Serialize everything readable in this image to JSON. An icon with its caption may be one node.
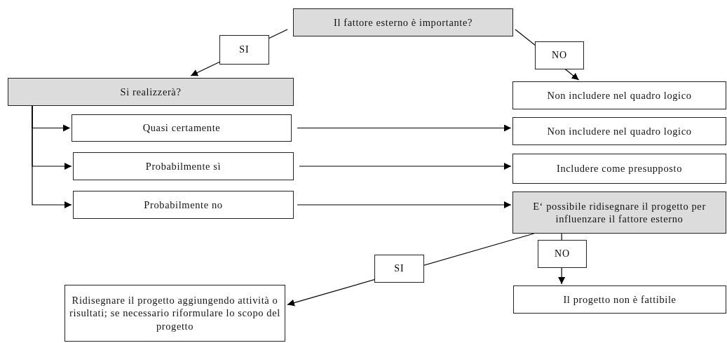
{
  "diagram": {
    "nodes": [
      {
        "text": [
          "Il fattore esterno è importante?"
        ]
      },
      {
        "text": [
          "Si realizzerà?"
        ]
      },
      {
        "text": [
          "Non includere nel quadro logico"
        ]
      },
      {
        "text": [
          "Quasi certamente"
        ]
      },
      {
        "text": [
          "Non includere nel quadro logico"
        ]
      },
      {
        "text": [
          "Probabilmente sì"
        ]
      },
      {
        "text": [
          "Includere come presupposto"
        ]
      },
      {
        "text": [
          "Probabilmente no"
        ]
      },
      {
        "text": [
          "E‘ possibile ridisegnare il progetto per influenzare il fattore esterno"
        ]
      },
      {
        "text": [
          "Ridisegnare il progetto aggiungendo attività o risultati; se necessario riformulare lo scopo del progetto"
        ]
      },
      {
        "text": [
          "Il progetto non è fattibile"
        ]
      }
    ],
    "edges": [
      {
        "from": 0,
        "to": 1,
        "arrow": "to",
        "label": "SI"
      },
      {
        "from": 0,
        "to": 2,
        "arrow": "to",
        "label": "NO"
      },
      {
        "from": 1,
        "to": 3,
        "arrow": "to"
      },
      {
        "from": 1,
        "to": 5,
        "arrow": "to"
      },
      {
        "from": 1,
        "to": 7,
        "arrow": "to"
      },
      {
        "from": 3,
        "to": 4,
        "arrow": "to"
      },
      {
        "from": 5,
        "to": 6,
        "arrow": "to"
      },
      {
        "from": 7,
        "to": 8,
        "arrow": "to"
      },
      {
        "from": 8,
        "to": 9,
        "arrow": "to",
        "label": "SI"
      },
      {
        "from": 8,
        "to": 10,
        "arrow": "to",
        "label": "NO"
      }
    ]
  }
}
